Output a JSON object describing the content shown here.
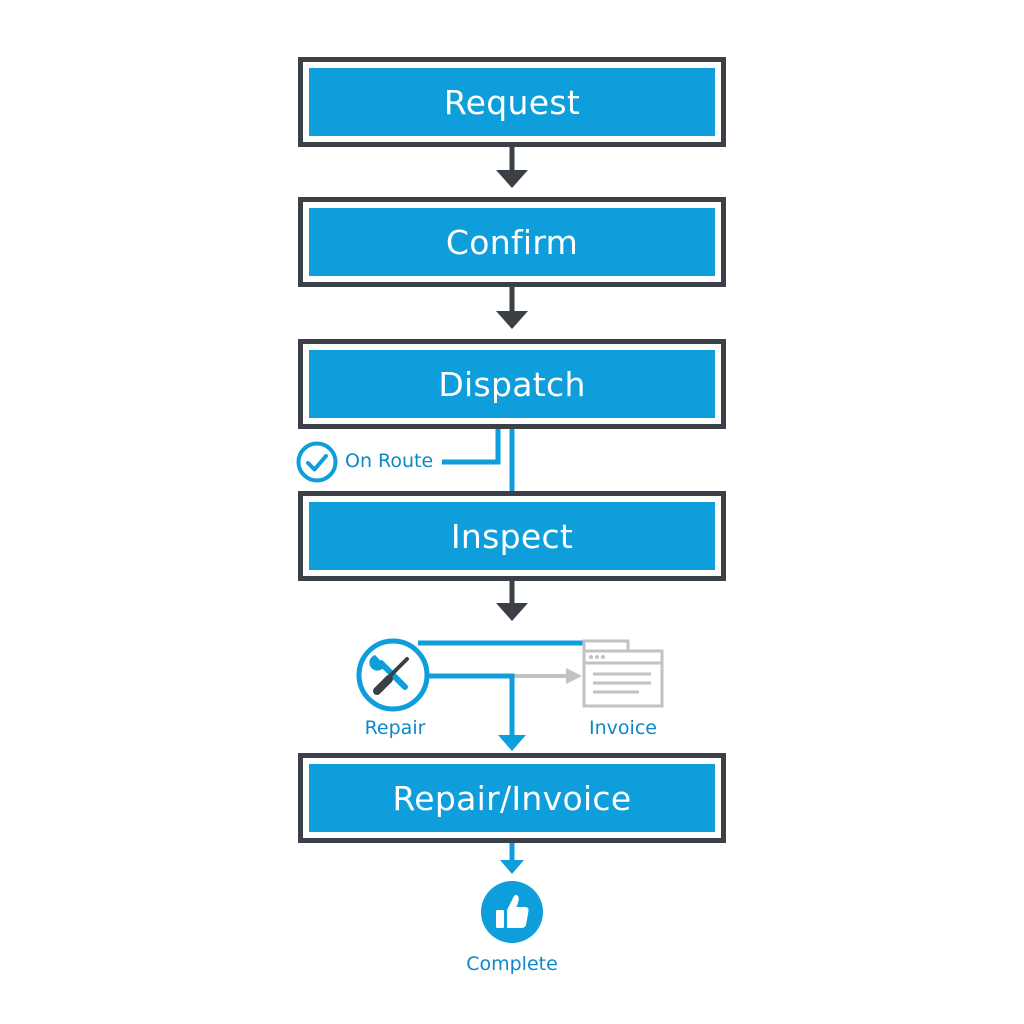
{
  "colors": {
    "step_fill": "#0d9edb",
    "step_border": "#3b4047",
    "accent_blue": "#0d9edb",
    "arrow_dark": "#3b4047",
    "muted_gray": "#c2c2c2",
    "text_white": "#ffffff"
  },
  "steps": [
    {
      "label": "Request"
    },
    {
      "label": "Confirm"
    },
    {
      "label": "Dispatch"
    },
    {
      "label": "Inspect"
    },
    {
      "label": "Repair/Invoice"
    }
  ],
  "branches": {
    "on_route": {
      "label": "On Route",
      "icon": "check-circle-icon"
    },
    "repair": {
      "label": "Repair",
      "icon": "wrench-screwdriver-icon"
    },
    "invoice": {
      "label": "Invoice",
      "icon": "invoice-window-icon"
    }
  },
  "end": {
    "label": "Complete",
    "icon": "thumbs-up-icon"
  }
}
